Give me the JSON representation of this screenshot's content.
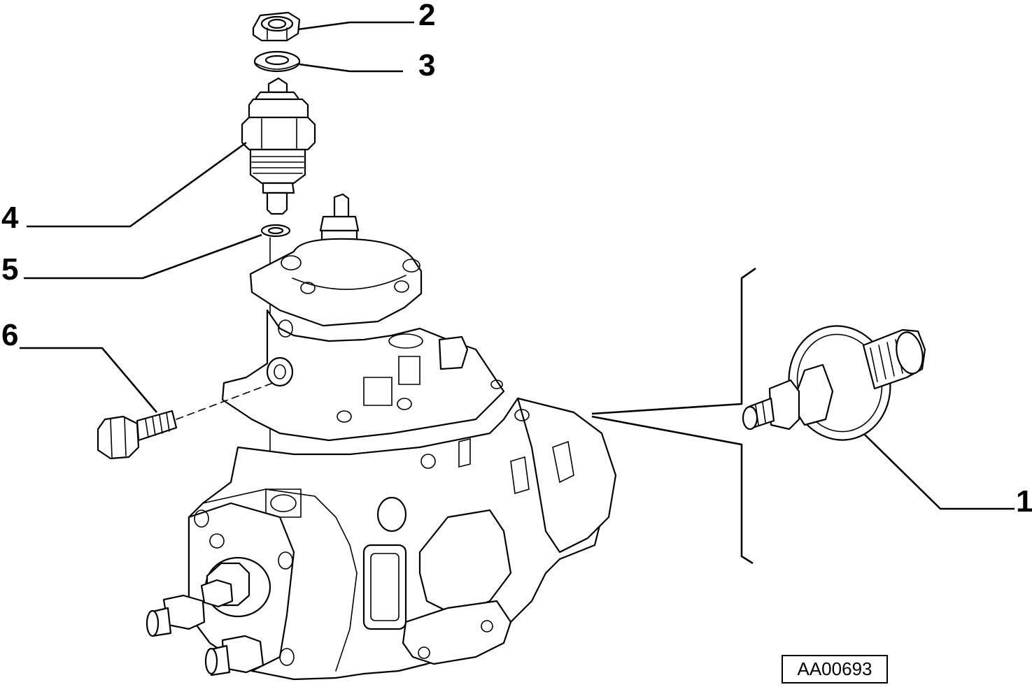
{
  "callouts": {
    "c1": "1",
    "c2": "2",
    "c3": "3",
    "c4": "4",
    "c5": "5",
    "c6": "6"
  },
  "reference_code": "AA00693",
  "icons": {
    "main_assembly": "injection-pump-icon",
    "detail": "valve-with-spring-icon"
  },
  "colors": {
    "line": "#000000",
    "background": "#ffffff"
  }
}
